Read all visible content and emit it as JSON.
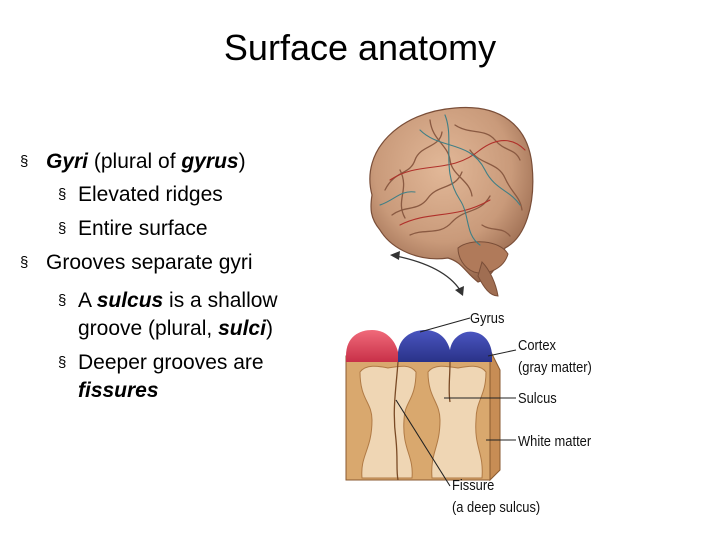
{
  "title": "Surface anatomy",
  "bullets": {
    "b1": {
      "term": "Gyri",
      "pre": " (plural of ",
      "term2": "gyrus",
      "post": ")"
    },
    "b1a": "Elevated ridges",
    "b1b": "Entire surface",
    "b2": "Grooves separate gyri",
    "b2a": {
      "pre": "A ",
      "term": "sulcus",
      "post": " is a shallow",
      "line2_pre": "groove (plural, ",
      "line2_term": "sulci",
      "line2_post": ")"
    },
    "b2b": {
      "line1": "Deeper grooves are",
      "line2": "fissures"
    }
  },
  "bullet_glyph": "§",
  "figure": {
    "labels": {
      "gyrus": "Gyrus",
      "cortex": "Cortex",
      "gray_matter": "(gray matter)",
      "sulcus": "Sulcus",
      "white_matter": "White matter",
      "fissure": "Fissure",
      "deep_sulcus": "(a deep sulcus)"
    }
  },
  "colors": {
    "brain": "#c99a7a",
    "brain_shadow": "#8f5f45",
    "vessel_red": "#b0302a",
    "vessel_blue": "#3f7f86",
    "cortex_red": "#e04a5e",
    "cortex_blue": "#3d48a8",
    "white_matter": "#efd6b4",
    "gray_tissue": "#d9a86e"
  }
}
